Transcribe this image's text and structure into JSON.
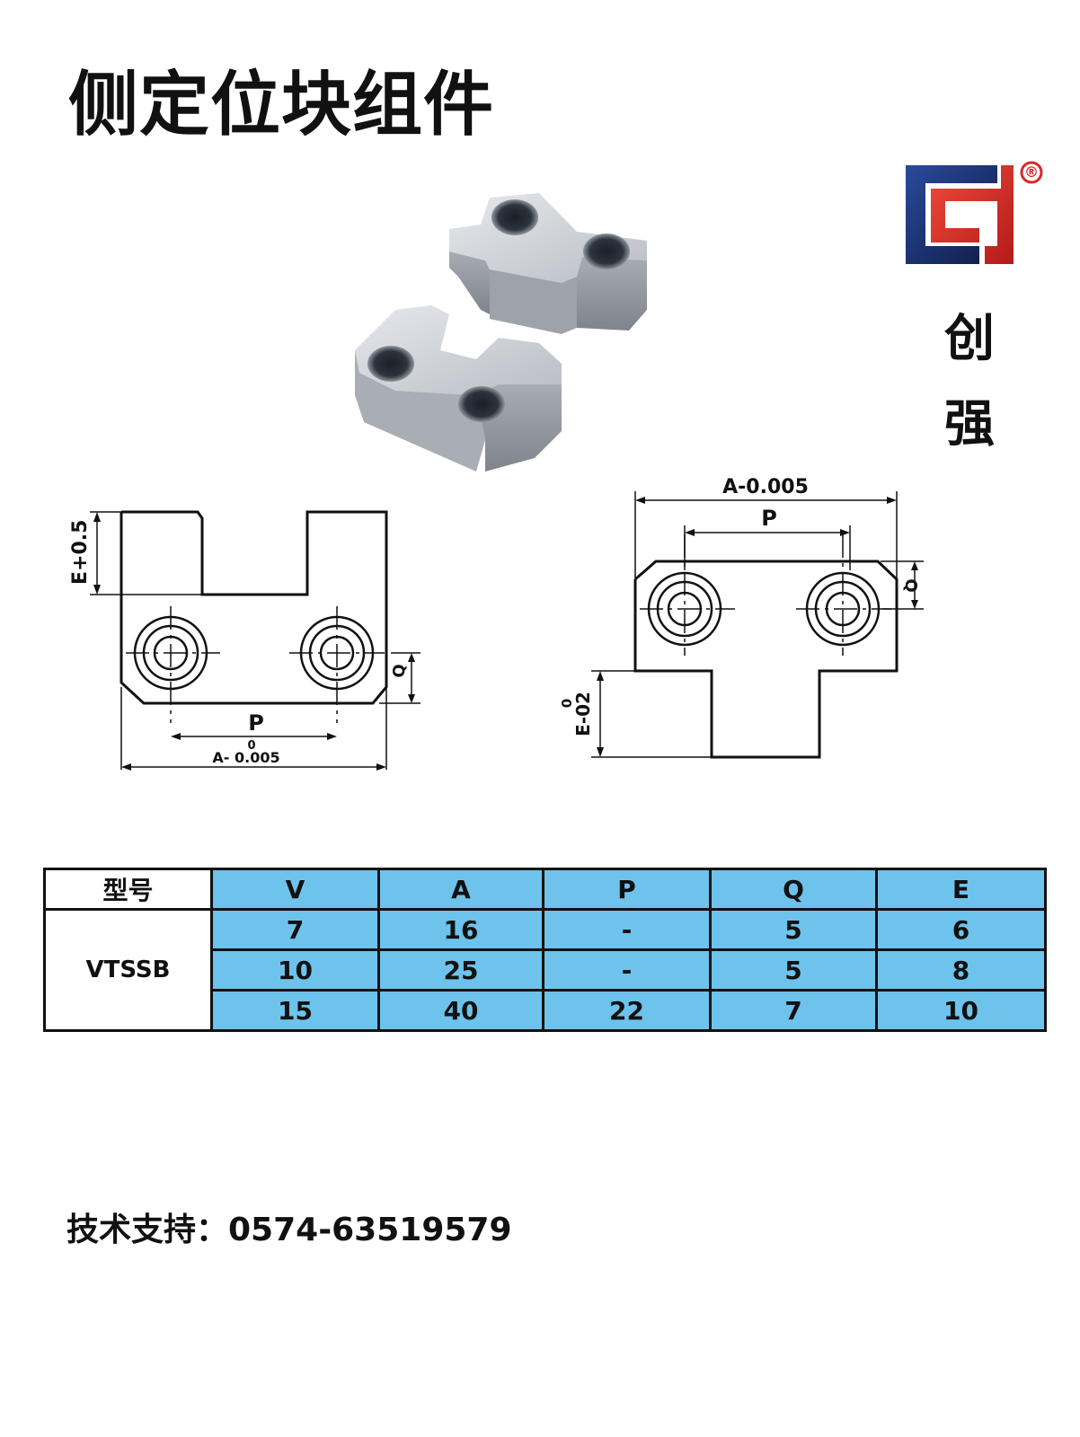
{
  "title": "侧定位块组件",
  "brand": {
    "chars": [
      "创",
      "强"
    ],
    "registered_mark": "®",
    "colors": {
      "dark_blue": "#1d2f6b",
      "red": "#d42a2a"
    }
  },
  "drawing_left": {
    "dim_e": "E+0.5",
    "dim_q": "Q",
    "dim_p": "P",
    "dim_a_tol": "0",
    "dim_a": "A- 0.005"
  },
  "drawing_right": {
    "dim_a": "A-0.005",
    "dim_p": "P",
    "dim_q": "Q",
    "dim_e_tol": "0",
    "dim_e": "E-02"
  },
  "table": {
    "headers": [
      "型号",
      "V",
      "A",
      "P",
      "Q",
      "E"
    ],
    "model": "VTSSB",
    "rows": [
      [
        "7",
        "16",
        "-",
        "5",
        "6"
      ],
      [
        "10",
        "25",
        "-",
        "5",
        "8"
      ],
      [
        "15",
        "40",
        "22",
        "7",
        "10"
      ]
    ],
    "colors": {
      "header_blue": "#6dc3ec"
    }
  },
  "footer": {
    "text": "技术支持：0574-63519579"
  }
}
